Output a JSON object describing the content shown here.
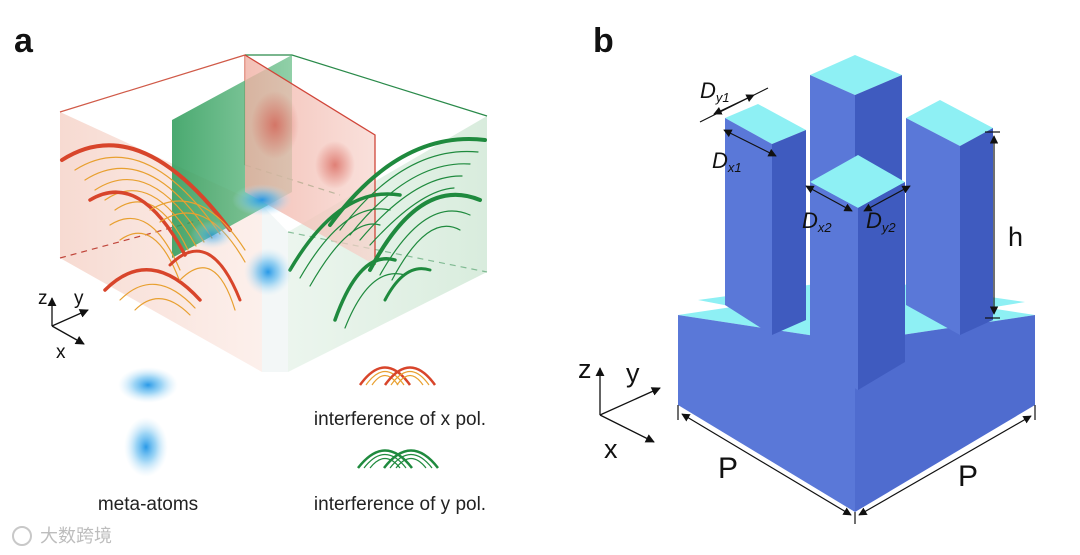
{
  "panels": {
    "a": {
      "label": "a",
      "axes": {
        "z": "z",
        "y": "y",
        "x": "x"
      },
      "legend": {
        "meta_atoms": "meta-atoms",
        "x_pol": "interference of x pol.",
        "y_pol": "interference of y pol."
      },
      "colors": {
        "x_pol": "#d8452b",
        "x_pol_inner": "#e8a030",
        "y_pol": "#1f8a3e",
        "blob": "#3aa0e8"
      }
    },
    "b": {
      "label": "b",
      "axes": {
        "z": "z",
        "y": "y",
        "x": "x"
      },
      "dims": {
        "dy1_main": "D",
        "dy1_sub": "y1",
        "dx1_main": "D",
        "dx1_sub": "x1",
        "dx2_main": "D",
        "dx2_sub": "x2",
        "dy2_main": "D",
        "dy2_sub": "y2",
        "h": "h",
        "p_left": "P",
        "p_right": "P"
      },
      "colors": {
        "top": "#8ef0f4",
        "front": "#5a78d8",
        "side": "#3f5bbf"
      }
    }
  },
  "watermark": "大数跨境"
}
